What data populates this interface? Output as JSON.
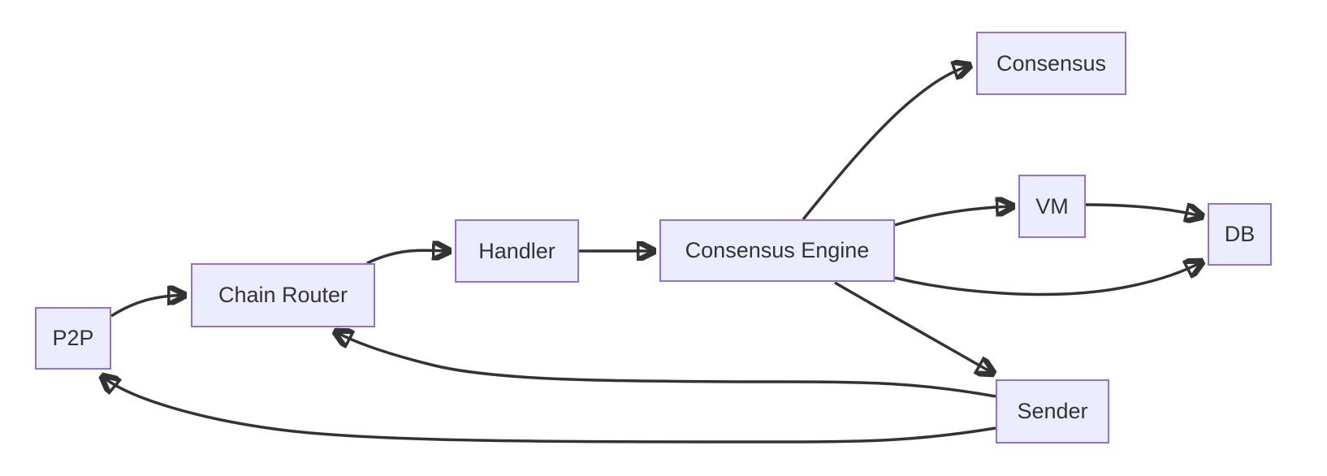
{
  "diagram": {
    "type": "flowchart",
    "direction": "left-to-right",
    "colors": {
      "node_fill": "#ECECFF",
      "node_border": "#9370DB",
      "edge_stroke": "#333333",
      "text": "#333333",
      "background": "#ffffff"
    },
    "nodes": [
      {
        "id": "p2p",
        "label": "P2P"
      },
      {
        "id": "chain-router",
        "label": "Chain Router"
      },
      {
        "id": "handler",
        "label": "Handler"
      },
      {
        "id": "consensus-engine",
        "label": "Consensus Engine"
      },
      {
        "id": "consensus",
        "label": "Consensus"
      },
      {
        "id": "vm",
        "label": "VM"
      },
      {
        "id": "db",
        "label": "DB"
      },
      {
        "id": "sender",
        "label": "Sender"
      }
    ],
    "edges": [
      {
        "from": "P2P",
        "to": "Chain Router"
      },
      {
        "from": "Chain Router",
        "to": "Handler"
      },
      {
        "from": "Handler",
        "to": "Consensus Engine"
      },
      {
        "from": "Consensus Engine",
        "to": "Consensus"
      },
      {
        "from": "Consensus Engine",
        "to": "VM"
      },
      {
        "from": "VM",
        "to": "DB"
      },
      {
        "from": "Consensus Engine",
        "to": "DB"
      },
      {
        "from": "Consensus Engine",
        "to": "Sender"
      },
      {
        "from": "Sender",
        "to": "Chain Router"
      },
      {
        "from": "Sender",
        "to": "P2P"
      }
    ]
  }
}
